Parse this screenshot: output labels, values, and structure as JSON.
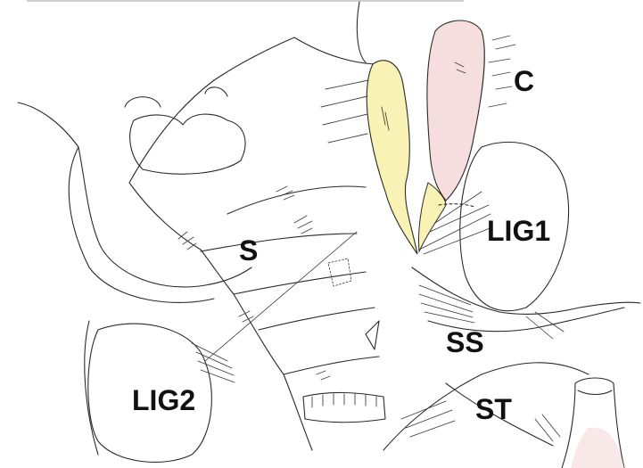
{
  "figure": {
    "labels": {
      "C": "C",
      "LIG1": "LIG1",
      "S": "S",
      "SS": "SS",
      "LIG2": "LIG2",
      "ST": "ST"
    },
    "colors": {
      "yellow_structure": "#f8f2b4",
      "pink_structure": "#f6dede",
      "ink": "#2a2a2a",
      "background": "#ffffff"
    }
  }
}
